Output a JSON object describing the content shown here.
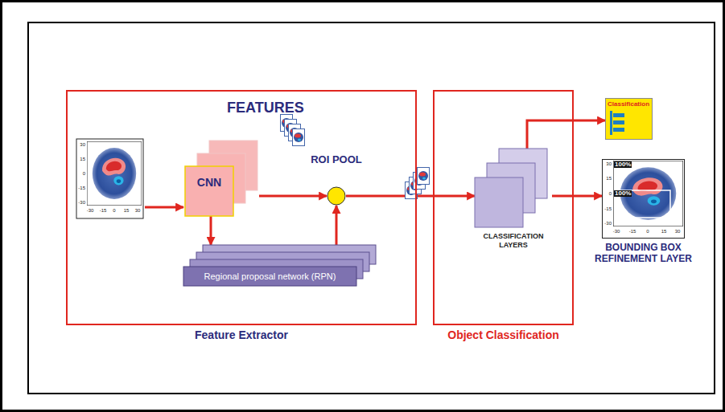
{
  "diagram": {
    "nodes": [
      {
        "text": [
          "FEATURES",
          "Feature Extractor"
        ]
      },
      {
        "text": [
          "CNN"
        ],
        "in": 0
      },
      {
        "text": [
          "Regional proposal network (RPN)"
        ],
        "in": 0
      },
      {
        "text": [
          "ROI POOL"
        ],
        "in": 0
      },
      {
        "text": [
          "Object Classification"
        ]
      },
      {
        "text": [
          "CLASSIFICATION LAYERS"
        ],
        "in": 4
      },
      {
        "text": [
          "Classification"
        ]
      },
      {
        "text": [
          "BOUNDING BOX REFINEMENT LAYER"
        ]
      }
    ],
    "edges": [
      {
        "from": 1,
        "to": 3,
        "arrow": "to"
      },
      {
        "from": 1,
        "to": 2,
        "arrow": "to"
      },
      {
        "from": 2,
        "to": 3,
        "arrow": "to"
      },
      {
        "from": 3,
        "to": 5,
        "arrow": "to"
      },
      {
        "from": 5,
        "to": 6,
        "arrow": "to"
      },
      {
        "from": 5,
        "to": 7,
        "arrow": "to"
      }
    ],
    "labels": [
      "30",
      "15",
      "0",
      "-15",
      "-30",
      "-30",
      "-15",
      "0",
      "15",
      "30",
      "100%",
      "100%",
      "30",
      "15",
      "0",
      "-15",
      "-30",
      "-30",
      "-15",
      "0",
      "15",
      "30"
    ]
  }
}
